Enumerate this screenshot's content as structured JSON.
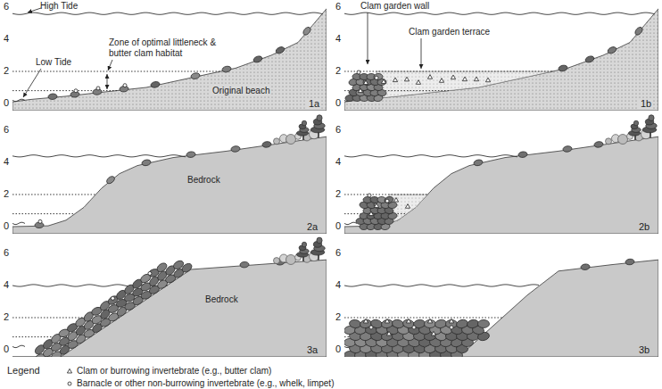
{
  "diagram": {
    "labels": [
      "6",
      "4",
      "2",
      "0",
      "High Tide",
      "Low Tide",
      "Zone of optimal littleneck & butter clam habitat",
      "Original beach",
      "1a",
      "6",
      "4",
      "2",
      "0",
      "Clam garden wall",
      "Clam garden terrace",
      "1b",
      "6",
      "4",
      "2",
      "0",
      "Bedrock",
      "2a",
      "6",
      "4",
      "2",
      "0",
      "2b",
      "6",
      "4",
      "2",
      "0",
      "Bedrock",
      "3a",
      "6",
      "4",
      "2",
      "0",
      "3b",
      "Legend"
    ],
    "legend": [
      {
        "text": "Clam or burrowing invertebrate (e.g., butter clam)"
      },
      {
        "text": "Barnacle or other non-burrowing invertebrate (e.g., whelk, limpet)"
      }
    ]
  }
}
